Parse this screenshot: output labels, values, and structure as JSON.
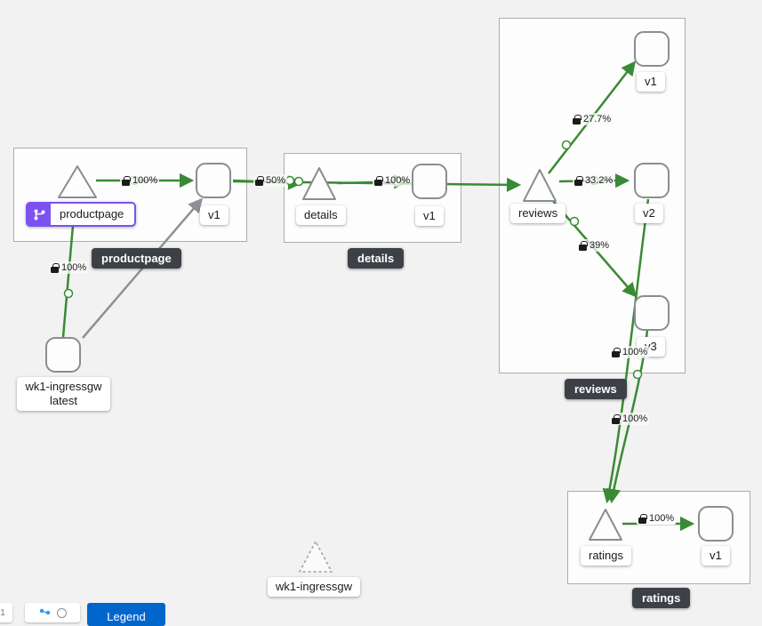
{
  "graph": {
    "groups": {
      "productpage": {
        "label": "productpage"
      },
      "details": {
        "label": "details"
      },
      "reviews": {
        "label": "reviews"
      },
      "ratings": {
        "label": "ratings"
      }
    },
    "nodes": {
      "productpage_service": {
        "label": "productpage"
      },
      "productpage_v1": {
        "label": "v1"
      },
      "ingress_workload": {
        "label": "wk1-ingressgw",
        "version": "latest"
      },
      "details_service": {
        "label": "details"
      },
      "details_v1": {
        "label": "v1"
      },
      "reviews_service": {
        "label": "reviews"
      },
      "reviews_v1": {
        "label": "v1"
      },
      "reviews_v2": {
        "label": "v2"
      },
      "reviews_v3": {
        "label": "v3"
      },
      "ratings_service": {
        "label": "ratings"
      },
      "ratings_v1": {
        "label": "v1"
      },
      "idle_service": {
        "label": "wk1-ingressgw"
      }
    },
    "edges": {
      "ingress_to_productpage": {
        "pct": "100%"
      },
      "productpage_to_v1": {
        "pct": "100%"
      },
      "productpagev1_to_details": {
        "pct": "50%"
      },
      "details_to_v1": {
        "pct": "100%"
      },
      "reviews_to_v1": {
        "pct": "27.7%"
      },
      "reviews_to_v2": {
        "pct": "33.2%"
      },
      "reviews_to_v3": {
        "pct": "39%"
      },
      "reviewsv3_to_ratings": {
        "pct": "100%"
      },
      "reviewsv2_to_ratings": {
        "pct": "100%"
      },
      "ratings_to_v1": {
        "pct": "100%"
      }
    }
  },
  "toolbar": {
    "zoom_indicator": "1",
    "legend_label": "Legend"
  },
  "colors": {
    "edge_green": "#3a8a35",
    "edge_gray": "#8d9096",
    "selected_purple": "#7b52f0",
    "box_label_bg": "#3d4147",
    "legend_blue": "#0066cc"
  }
}
